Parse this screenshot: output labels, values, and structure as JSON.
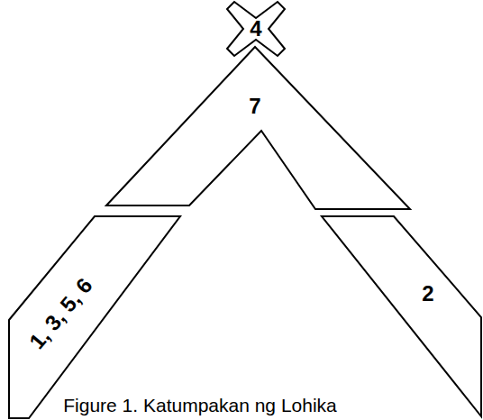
{
  "diagram": {
    "caption": "Figure 1. Katumpakan ng Lohika",
    "nodes": [
      {
        "text": [
          "4"
        ]
      },
      {
        "text": [
          "7"
        ]
      },
      {
        "text": [
          "1, 3, 5, 6"
        ]
      },
      {
        "text": [
          "2"
        ]
      }
    ]
  }
}
